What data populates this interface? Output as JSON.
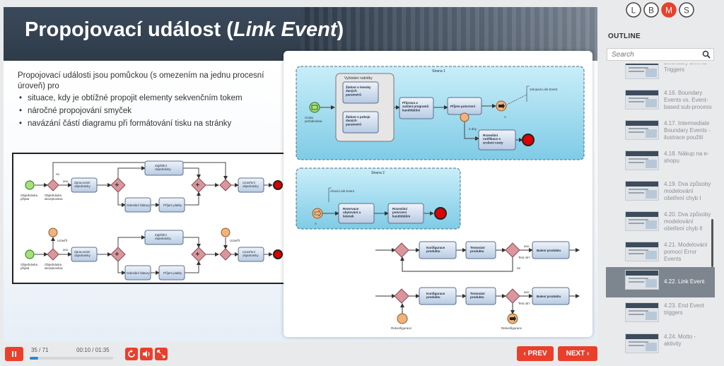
{
  "slide": {
    "title_main": "Propojovací událost (",
    "title_em": "Link Event",
    "title_end": ")",
    "intro": "Propojovací události jsou pomůckou (s omezením na jednu procesní úroveň) pro",
    "bullets": [
      "situace, kdy je obtížné propojit elementy sekvenčním tokem",
      "náročné propojování smyček",
      "navázání částí diagramu při formátování tisku na stránky"
    ]
  },
  "diagram_left": {
    "top": {
      "start_label": "Objednávka\npřijata",
      "gw1_label": "Objednávka\nakceptována",
      "flow_ano": "ano",
      "flow_ne": "ne",
      "task_zpracovat": "Zpracování\nobjednávky",
      "task_doprava": "Zajištění\nobjednávky",
      "task_faktura": "Odeslání faktury",
      "task_platba": "Příjem platby",
      "task_uzavrit": "Uzavření\nobjednávky"
    },
    "bottom": {
      "start_label": "Objednávka\npřijata",
      "gw1_label": "Objednávka\nakceptována",
      "flow_ano": "ano",
      "link_out": "Uzavřít",
      "link_in": "Uzavřít",
      "task_zpracovat": "Zpracování\nobjednávky",
      "task_doprava": "Zajištění\nobjednávky",
      "task_faktura": "Odeslání faktury",
      "task_platba": "Příjem platby",
      "task_uzavrit": "Uzavření\nobjednávky"
    }
  },
  "diagram_right": {
    "page1": {
      "title": "Strana 1",
      "subprocess": "Vyžádání nabídky",
      "task_letenky": "Žádost o letenky\ndaných\nparametrů",
      "task_pokoje": "Žádost o pokoje\ndaných\nparametrů",
      "task_priprava": "Příprava a\nzaslání programů\nkandidátům",
      "task_prijem": "Příjem potvrzení",
      "task_notifikace": "Rozeslání\nnotifikace o\nzrušení cesty",
      "start_label": "Cesta\npožadována",
      "link_note": "zdrojová Link Event",
      "link_label": "A",
      "timer_label": "2 dny"
    },
    "page2": {
      "title": "Strana 2",
      "link_note": "cílová Link Event",
      "link_label": "A",
      "task_rezervace": "Rezervace\nubytování a\nletenek",
      "task_potvrzeni": "Rozeslání\npotvrzení\nkandidátům"
    },
    "bottom": {
      "task_konfig": "Konfigurace\nproduktu",
      "task_test": "Testování\nproduktu",
      "task_balit": "Balení produktu",
      "gw_test": "Test ok?",
      "flow_ano": "ano",
      "flow_ne": "ne",
      "rekonf": "Rekonfigurace"
    }
  },
  "logo": {
    "letters": [
      "L",
      "B",
      "M",
      "S"
    ]
  },
  "outline": {
    "title": "OUTLINE",
    "search_placeholder": "Search",
    "items": [
      {
        "label": "Boundary Events Triggers"
      },
      {
        "label": "4.16. Boundary Events vs. Event-based sub-process"
      },
      {
        "label": "4.17. Intermediate Boundary Events - ilustrace použití"
      },
      {
        "label": "4.18. Nákup na e-shopu"
      },
      {
        "label": "4.19. Dva způsoby modelování ošetření chyb I"
      },
      {
        "label": "4.20. Dva způsoby modelování ošetření chyb II"
      },
      {
        "label": "4.21. Modelování pomocí Error Events"
      },
      {
        "label": "4.22. Link Event"
      },
      {
        "label": "4.23. End Event triggers"
      },
      {
        "label": "4.24. Motto - aktivity"
      }
    ],
    "active_index": 7
  },
  "player": {
    "slide_counter": "35 / 71",
    "time": "00:10 / 01:35",
    "progress": 0.1,
    "prev_label": "PREV",
    "next_label": "NEXT"
  },
  "colors": {
    "accent": "#e8402d",
    "header": "#2e3b49",
    "progress": "#2a86d6",
    "active_outline": "#7d858f"
  }
}
